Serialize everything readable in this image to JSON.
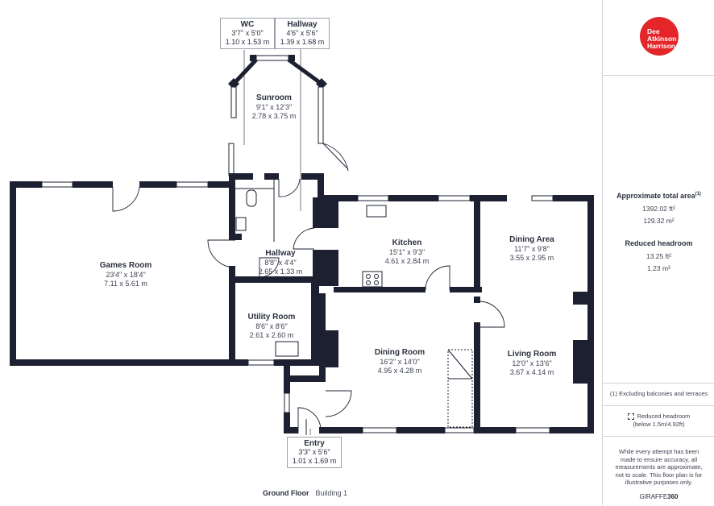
{
  "rooms": {
    "wc": {
      "name": "WC",
      "imperial": "3'7\" x 5'0\"",
      "metric": "1.10 x 1.53 m"
    },
    "hallway_top": {
      "name": "Hallway",
      "imperial": "4'6\" x 5'6\"",
      "metric": "1.39 x 1.68 m"
    },
    "sunroom": {
      "name": "Sunroom",
      "imperial": "9'1\" x 12'3\"",
      "metric": "2.78 x 3.75 m"
    },
    "games_room": {
      "name": "Games Room",
      "imperial": "23'4\" x 18'4\"",
      "metric": "7.11 x 5.61 m"
    },
    "hallway": {
      "name": "Hallway",
      "imperial": "8'8\" x 4'4\"",
      "metric": "2.65 x 1.33 m"
    },
    "kitchen": {
      "name": "Kitchen",
      "imperial": "15'1\" x 9'3\"",
      "metric": "4.61 x 2.84 m"
    },
    "dining_area": {
      "name": "Dining Area",
      "imperial": "11'7\" x 9'8\"",
      "metric": "3.55 x 2.95 m"
    },
    "utility_room": {
      "name": "Utility Room",
      "imperial": "8'6\" x 8'6\"",
      "metric": "2.61 x 2.60 m"
    },
    "dining_room": {
      "name": "Dining Room",
      "imperial": "16'2\" x 14'0\"",
      "metric": "4.95 x 4.28 m"
    },
    "living_room": {
      "name": "Living Room",
      "imperial": "12'0\" x 13'6\"",
      "metric": "3.67 x 4.14 m"
    },
    "entry": {
      "name": "Entry",
      "imperial": "3'3\" x 5'6\"",
      "metric": "1.01 x 1.69 m"
    }
  },
  "footer": {
    "floor": "Ground Floor",
    "building": "Building 1"
  },
  "sidebar": {
    "logo": {
      "line1": "Dee",
      "line2": "Atkinson",
      "line3": "Harrison",
      "color": "#e4262a"
    },
    "total_area_label": "Approximate total area",
    "total_area_note_marker": "(1)",
    "total_area_ft": "1392.02 ft²",
    "total_area_m": "129.32 m²",
    "reduced_headroom_label": "Reduced headroom",
    "reduced_headroom_ft": "13.25 ft²",
    "reduced_headroom_m": "1.23 m²",
    "footnote_excluding": "(1) Excluding balconies and terraces",
    "legend_reduced_line1": "Reduced headroom",
    "legend_reduced_line2": "(below 1.5m/4.92ft)",
    "disclaimer": "While every attempt has been made to ensure accuracy, all measurements are approximate, not to scale. This floor plan is for illustrative purposes only.",
    "brand_prefix": "GIRAFFE",
    "brand_suffix": "360"
  },
  "colors": {
    "walls": "#1c2030",
    "text": "#2b3140",
    "accent": "#e4262a"
  }
}
